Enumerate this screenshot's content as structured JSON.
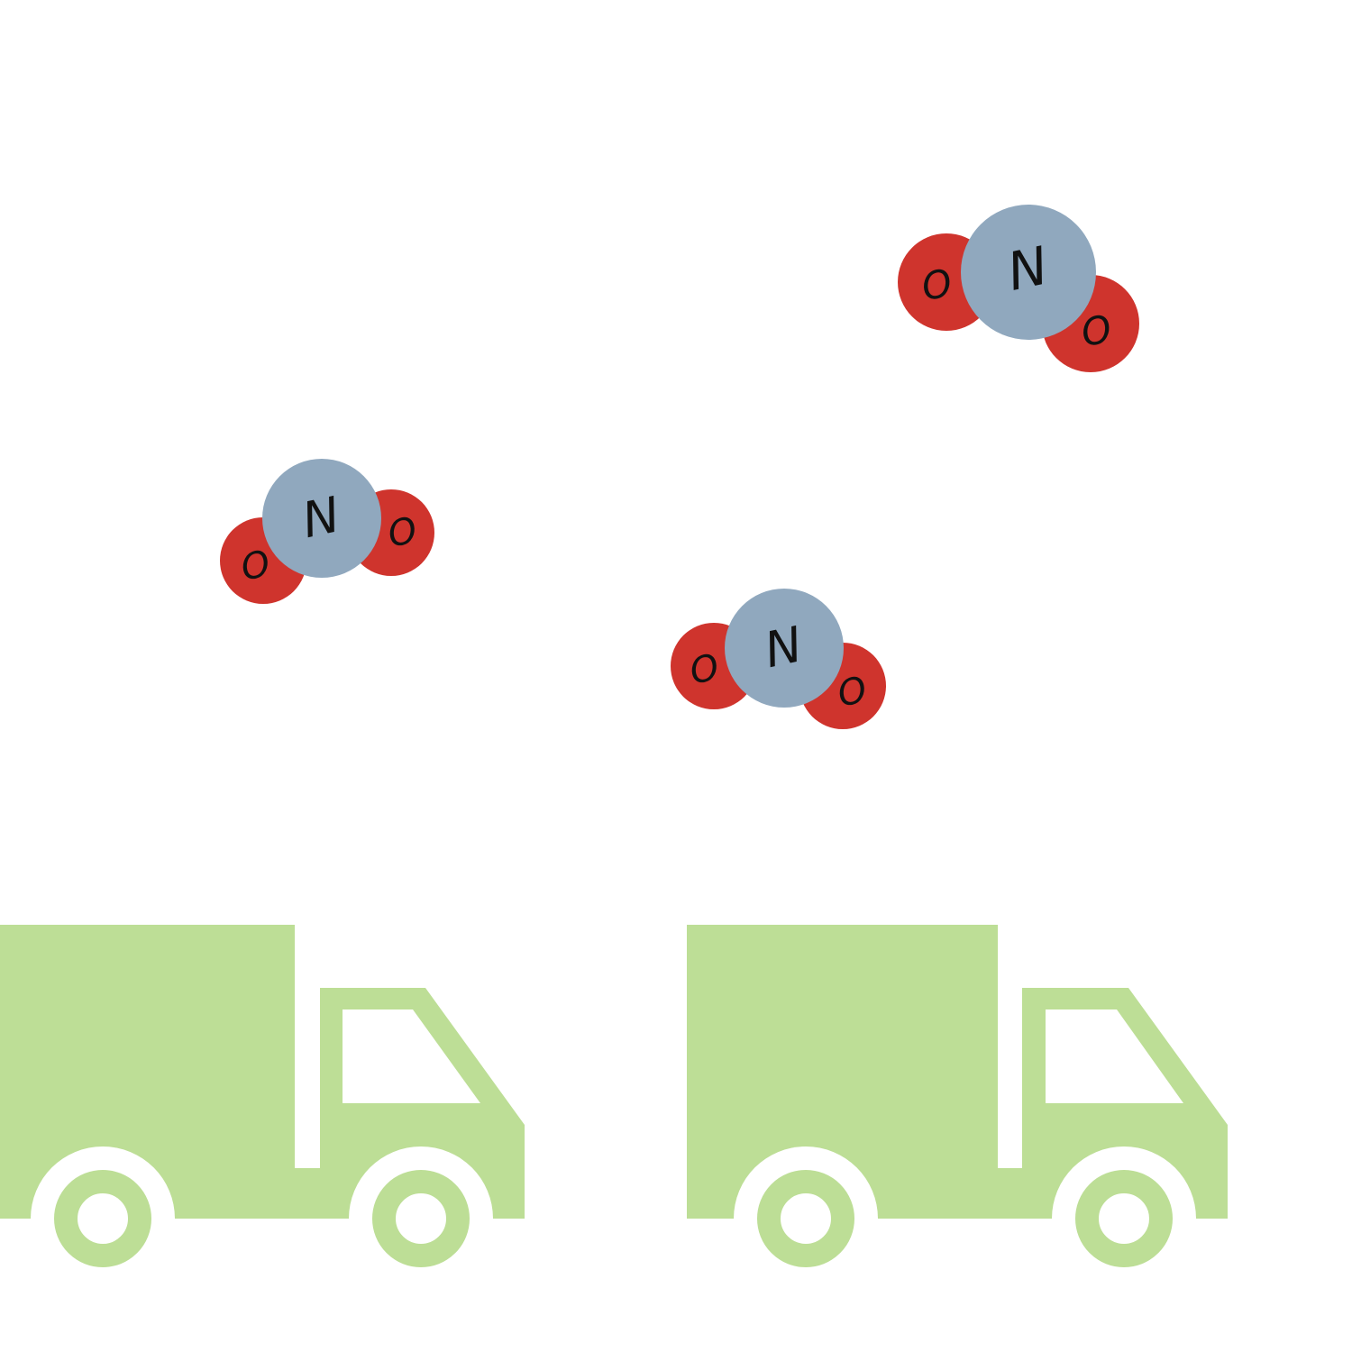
{
  "colors": {
    "background": "#ffffff",
    "nitrogen": "#90a8be",
    "oxygen": "#cf342d",
    "truck": "#bdde96"
  },
  "molecules": [
    {
      "formula": "NO2",
      "atoms": {
        "n": "N",
        "o1": "O",
        "o2": "O"
      }
    },
    {
      "formula": "NO2",
      "atoms": {
        "n": "N",
        "o1": "O",
        "o2": "O"
      }
    },
    {
      "formula": "NO2",
      "atoms": {
        "n": "N",
        "o1": "O",
        "o2": "O"
      }
    }
  ],
  "trucks": [
    {
      "icon": "delivery-truck-icon"
    },
    {
      "icon": "delivery-truck-icon"
    }
  ]
}
